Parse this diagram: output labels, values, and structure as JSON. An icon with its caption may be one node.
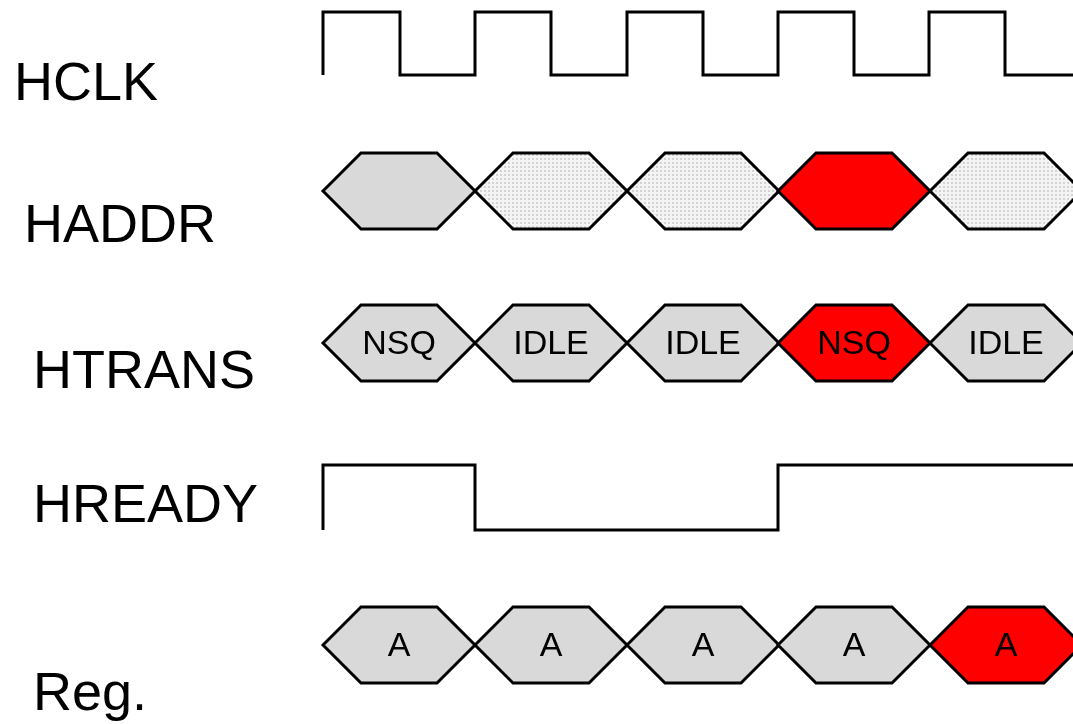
{
  "diagram": {
    "nodes": [
      {
        "text": [],
        "shape": "hexagon"
      },
      {
        "text": [],
        "shape": "hexagon"
      },
      {
        "text": [],
        "shape": "hexagon"
      },
      {
        "text": [],
        "shape": "hexagon"
      },
      {
        "text": [],
        "shape": "hexagon"
      },
      {
        "text": [
          "NSQ"
        ]
      },
      {
        "text": [
          "IDLE"
        ]
      },
      {
        "text": [
          "IDLE"
        ]
      },
      {
        "text": [
          "NSQ"
        ]
      },
      {
        "text": [
          "IDLE"
        ]
      },
      {
        "text": [
          "A"
        ]
      },
      {
        "text": [
          "A"
        ]
      },
      {
        "text": [
          "A"
        ]
      },
      {
        "text": [
          "A"
        ]
      },
      {
        "text": [
          "A"
        ]
      }
    ],
    "edges": [],
    "labels": [
      "HCLK",
      "HADDR",
      "HTRANS",
      "HREADY",
      "Reg."
    ]
  }
}
